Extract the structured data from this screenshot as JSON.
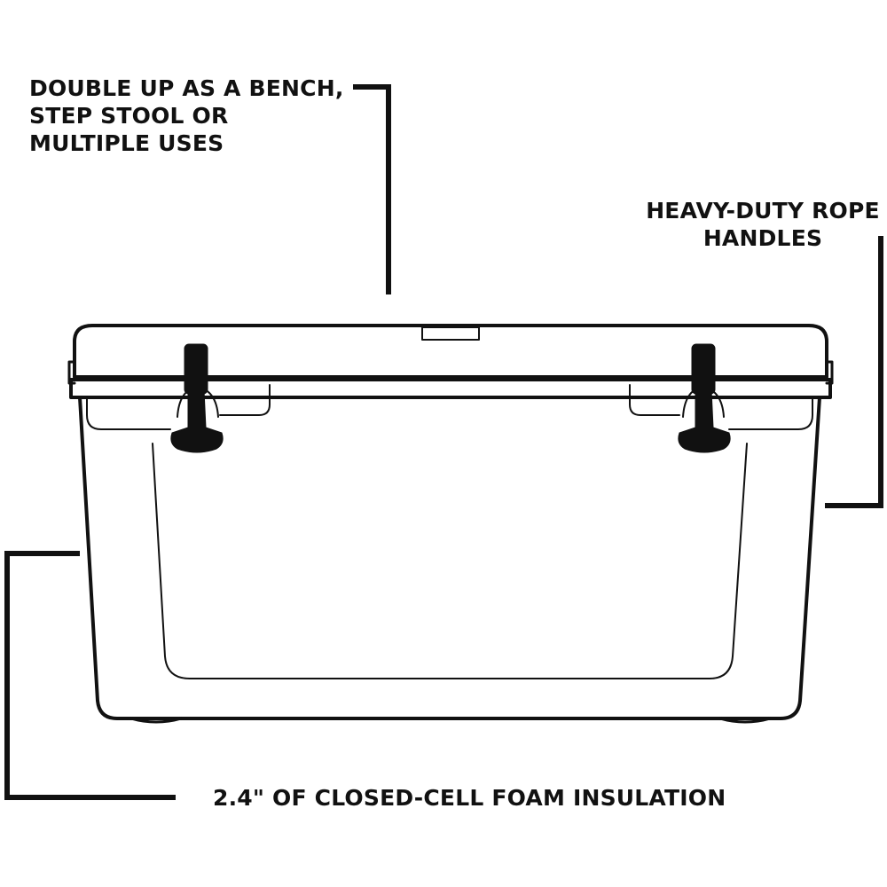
{
  "callouts": {
    "bench": {
      "lines": [
        "DOUBLE UP AS A BENCH,",
        "STEP STOOL OR",
        "MULTIPLE USES"
      ]
    },
    "rope_handles": {
      "lines": [
        "HEAVY-DUTY ROPE",
        "HANDLES"
      ]
    },
    "insulation": {
      "lines": [
        "2.4\" OF CLOSED-CELL FOAM INSULATION"
      ]
    }
  },
  "colors": {
    "ink": "#111111",
    "background": "#ffffff"
  }
}
